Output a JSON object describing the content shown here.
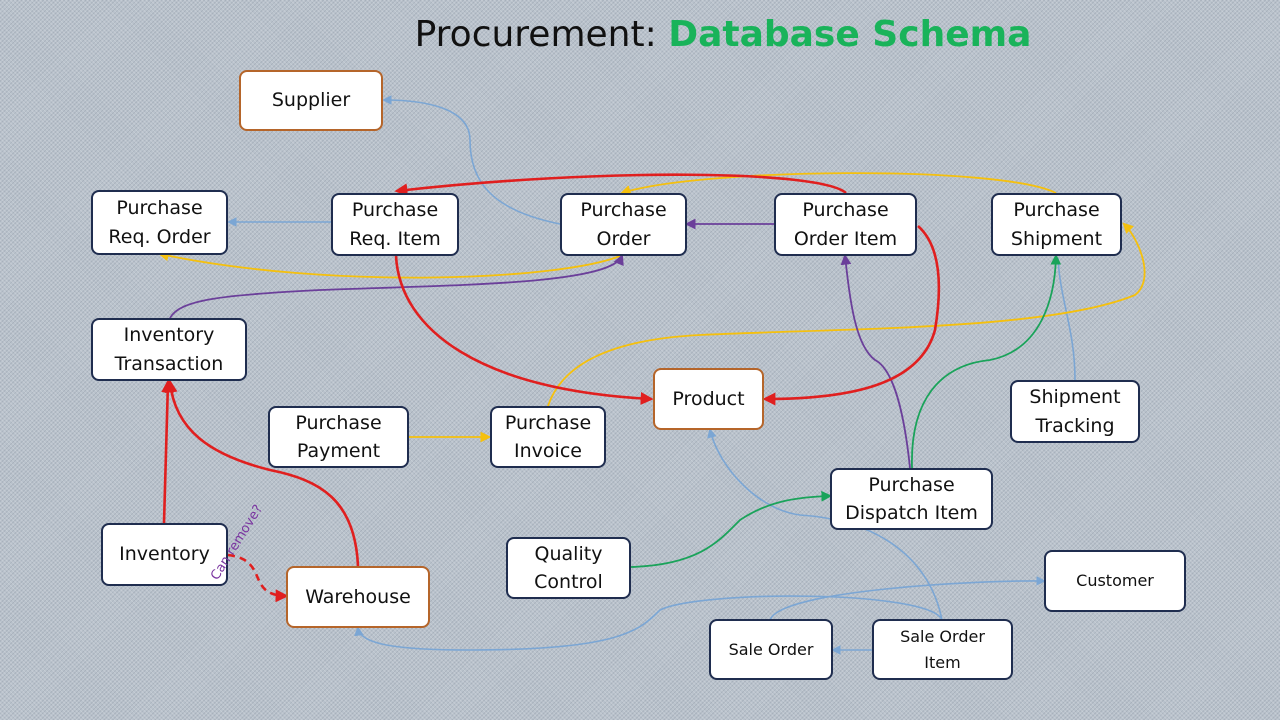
{
  "title": {
    "prefix": "Procurement: ",
    "accent": "Database Schema"
  },
  "colors": {
    "red": "#e01f1f",
    "yellow": "#f5c00d",
    "purple": "#6b3f9a",
    "teal": "#1aa35a",
    "blue": "#7ba6d4",
    "box_border": "#1f2d4f",
    "brown_border": "#b5652a"
  },
  "nodes": {
    "supplier": "Supplier",
    "purchase_req_order": "Purchase Req. Order",
    "purchase_req_item": "Purchase Req. Item",
    "purchase_order": "Purchase Order",
    "purchase_order_item": "Purchase Order Item",
    "purchase_shipment": "Purchase Shipment",
    "inventory_transaction": "Inventory Transaction",
    "product": "Product",
    "purchase_payment": "Purchase Payment",
    "purchase_invoice": "Purchase Invoice",
    "shipment_tracking": "Shipment Tracking",
    "purchase_dispatch_item": "Purchase Dispatch Item",
    "inventory": "Inventory",
    "warehouse": "Warehouse",
    "quality_control": "Quality Control",
    "customer": "Customer",
    "sale_order": "Sale Order",
    "sale_order_item": "Sale Order Item"
  },
  "annotation": "Can remove?"
}
